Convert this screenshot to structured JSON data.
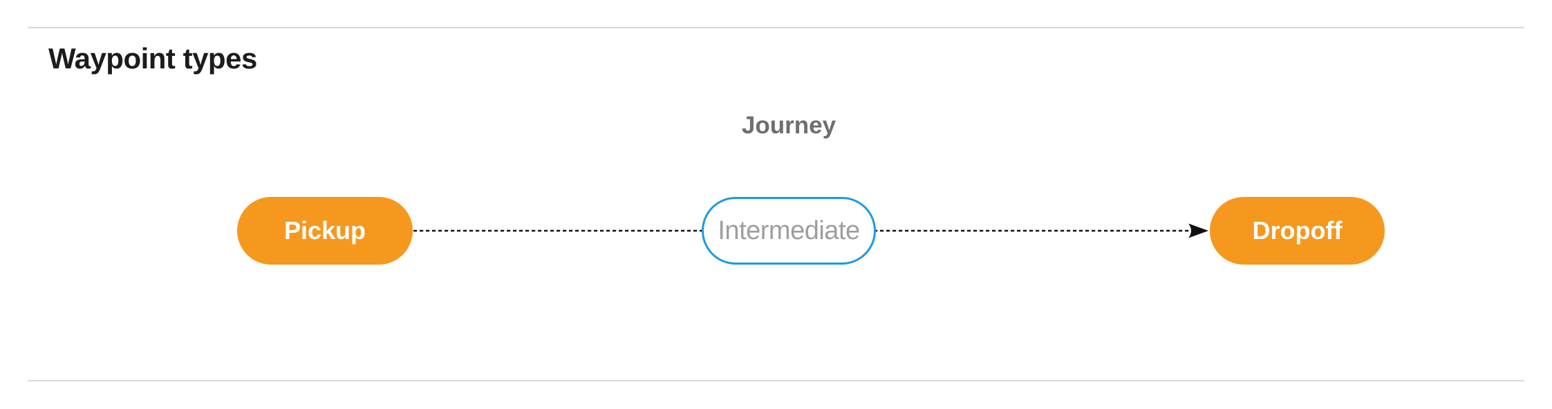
{
  "section": {
    "title": "Waypoint types"
  },
  "diagram": {
    "title": "Journey",
    "nodes": [
      {
        "id": "pickup",
        "label": "Pickup",
        "style": "terminal"
      },
      {
        "id": "intermediate",
        "label": "Intermediate",
        "style": "intermediate"
      },
      {
        "id": "dropoff",
        "label": "Dropoff",
        "style": "terminal"
      }
    ],
    "connector": {
      "style": "dashed",
      "direction": "left-to-right",
      "from": "pickup",
      "through": "intermediate",
      "to": "dropoff"
    },
    "colors": {
      "terminal_fill": "#f6981e",
      "terminal_text": "#ffffff",
      "intermediate_border": "#1c9be0",
      "intermediate_text": "#9e9e9e",
      "journey_label_text": "#6e6e6e",
      "heading_text": "#1c1c1c",
      "divider": "#d9d9d9",
      "connector_line": "#111111"
    }
  }
}
